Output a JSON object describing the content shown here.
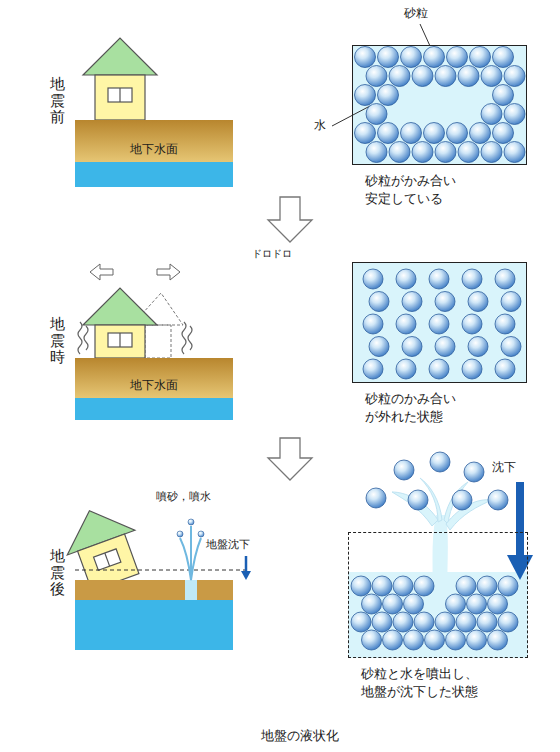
{
  "diagram": {
    "caption": "地盤の液状化",
    "nodes": [
      {
        "text": [
          "地下水面"
        ]
      },
      {
        "text": [
          "砂粒がかみ合い 安定している"
        ]
      },
      {
        "text": [
          "地下水面"
        ]
      },
      {
        "text": [
          "砂粒のかみ合い が外れた状態"
        ]
      },
      {
        "text": [
          "砂粒と水を噴出し、 地盤が沈下した状態"
        ]
      }
    ],
    "labels": [
      "地震前",
      "砂粒",
      "水",
      "ドロドロ",
      "地震時",
      "地震後",
      "噴砂，噴水",
      "地盤沈下",
      "沈下"
    ]
  }
}
